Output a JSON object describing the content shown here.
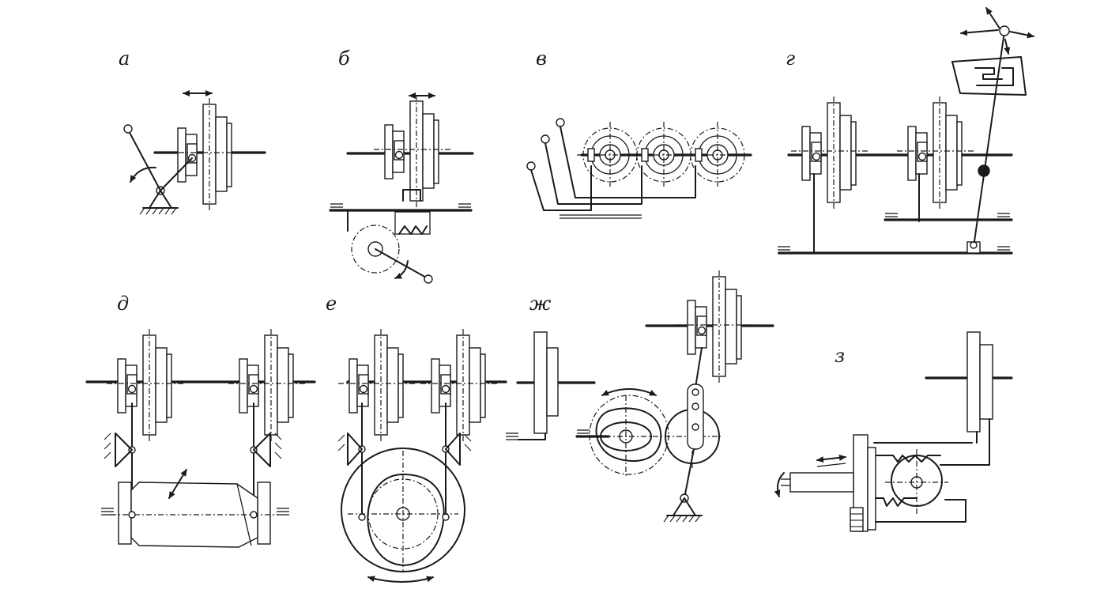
{
  "diagram": {
    "panels": [
      {
        "id": "a",
        "label": "а"
      },
      {
        "id": "b",
        "label": "б"
      },
      {
        "id": "v",
        "label": "в"
      },
      {
        "id": "g",
        "label": "г"
      },
      {
        "id": "d",
        "label": "д"
      },
      {
        "id": "e",
        "label": "е"
      },
      {
        "id": "zh",
        "label": "ж"
      },
      {
        "id": "z",
        "label": "з"
      }
    ]
  }
}
